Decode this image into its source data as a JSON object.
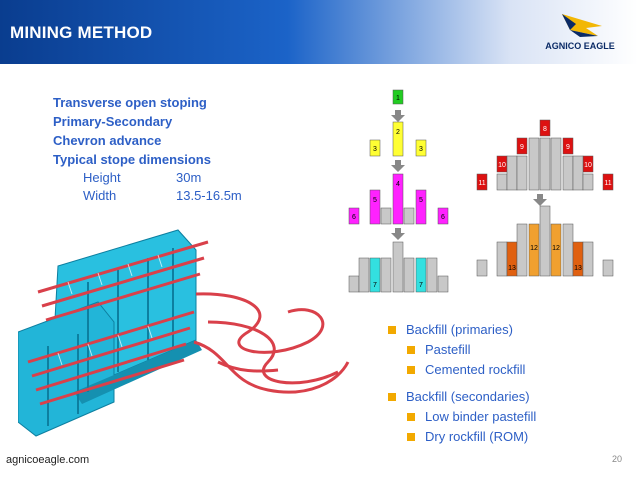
{
  "header": {
    "title": "MINING METHOD",
    "logo_text": "AGNICO EAGLE"
  },
  "method_list": [
    "Transverse open stoping",
    "Primary-Secondary",
    "Chevron advance",
    "Typical stope dimensions"
  ],
  "dimensions": [
    {
      "label": "Height",
      "value": "30m"
    },
    {
      "label": "Width",
      "value": "13.5-16.5m"
    }
  ],
  "stope_sequence": {
    "labels": [
      "1",
      "2",
      "3",
      "3",
      "4",
      "5",
      "5",
      "6",
      "6",
      "7",
      "7",
      "8",
      "9",
      "9",
      "10",
      "10",
      "11",
      "11",
      "12",
      "12",
      "13",
      "13"
    ],
    "colors": {
      "primary_1": "#22cc22",
      "primary_2_3": "#ffff33",
      "primary_4_6": "#ff22ff",
      "primary_7": "#33e0e0",
      "secondary_8_11": "#dd1111",
      "secondary_12": "#f0a030",
      "secondary_13": "#e06010",
      "grey": "#c8c8c8",
      "arrow": "#888888"
    }
  },
  "backfill": {
    "primaries": {
      "label": "Backfill (primaries)",
      "items": [
        "Pastefill",
        "Cemented rockfill"
      ]
    },
    "secondaries": {
      "label": "Backfill (secondaries)",
      "items": [
        "Low binder pastefill",
        "Dry rockfill (ROM)"
      ]
    },
    "bullet_color": "#f2a900"
  },
  "footer": {
    "site": "agnicoeagle.com",
    "page": "20"
  },
  "colors": {
    "header_blue": "#0a3d8f",
    "text_blue": "#2d5fc6",
    "stope_cyan": "#29c0e0",
    "drift_red": "#d9404a"
  }
}
